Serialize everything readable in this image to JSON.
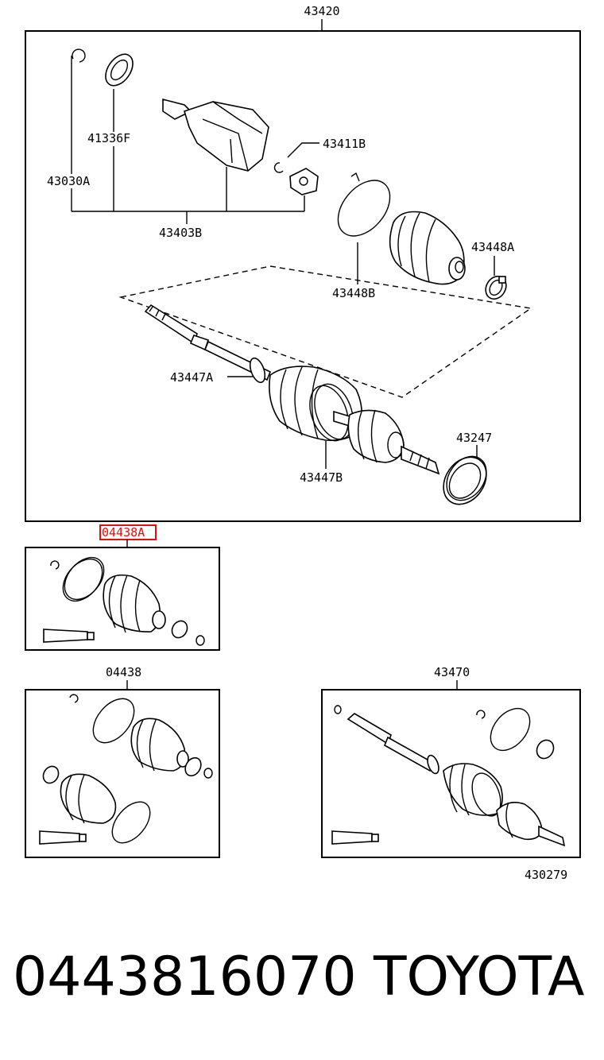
{
  "diagram": {
    "labels": {
      "assembly_main": "43420",
      "snap_ring": "43030A",
      "seal_ring": "41336F",
      "inner_joint": "43403B",
      "circlip": "43411B",
      "clamp_large": "43448B",
      "clamp_small": "43448A",
      "boot_clamp_inner": "43447A",
      "boot_clamp_outer": "43447B",
      "dust_seal": "43247",
      "boot_kit_highlighted": "04438A",
      "boot_kit": "04438",
      "shaft_assembly": "43470",
      "figure_number": "430279"
    },
    "footer": {
      "part_number": "0443816070",
      "brand": "TOYOTA"
    },
    "highlight_color": "#e01010"
  }
}
